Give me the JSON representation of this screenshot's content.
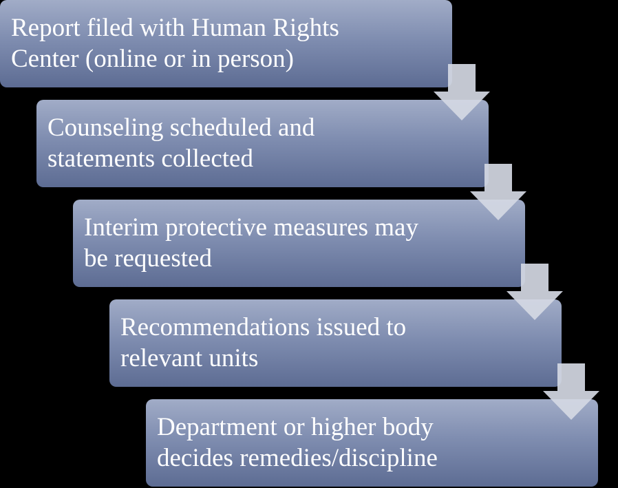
{
  "steps": [
    {
      "text": "Report filed with Human Rights\nCenter (online or in person)"
    },
    {
      "text": "Counseling scheduled and\nstatements collected"
    },
    {
      "text": "Interim protective measures may\nbe requested"
    },
    {
      "text": "Recommendations issued to\nrelevant units"
    },
    {
      "text": "Department or higher body\ndecides remedies/discipline"
    }
  ],
  "colors": {
    "background": "#000000",
    "box_top": "#a1acc7",
    "box_bottom": "#5d6c93",
    "arrow": "#d4d8e3",
    "text": "#ffffff"
  },
  "icons": {
    "connector": "down-arrow-icon"
  }
}
